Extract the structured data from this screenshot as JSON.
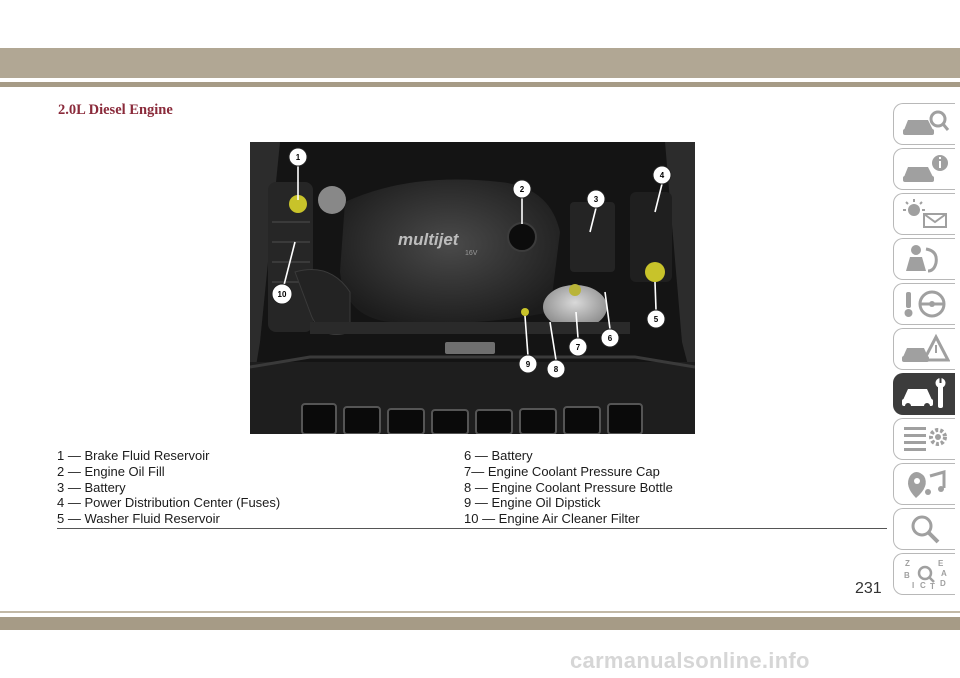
{
  "page": {
    "title": "2.0L Diesel Engine",
    "page_number": "231",
    "footer_site": "carmanualsonline.info"
  },
  "photo": {
    "brand_text": "multijet",
    "sub_text": "16V",
    "callouts": [
      "1",
      "2",
      "3",
      "4",
      "5",
      "6",
      "7",
      "8",
      "9",
      "10"
    ]
  },
  "legend": {
    "left": [
      "1 — Brake Fluid Reservoir",
      "2 — Engine Oil Fill",
      "3 — Battery",
      "4 — Power Distribution Center (Fuses)",
      "5 — Washer Fluid Reservoir"
    ],
    "right": [
      "6 — Battery",
      "7— Engine Coolant Pressure Cap",
      "8 — Engine Coolant Pressure Bottle",
      "9 — Engine Oil Dipstick",
      "10 — Engine Air Cleaner Filter"
    ]
  },
  "sidebar": {
    "active_index": 6,
    "tabs": [
      {
        "icon": "car-magnifier-icon"
      },
      {
        "icon": "car-info-icon"
      },
      {
        "icon": "warning-light-message-icon"
      },
      {
        "icon": "airbag-seat-icon"
      },
      {
        "icon": "steering-wheel-key-icon"
      },
      {
        "icon": "car-hazard-icon"
      },
      {
        "icon": "car-wrench-icon"
      },
      {
        "icon": "list-gear-icon"
      },
      {
        "icon": "music-navigation-icon"
      },
      {
        "icon": "search-icon"
      },
      {
        "icon": "alphabet-index-icon"
      }
    ]
  }
}
